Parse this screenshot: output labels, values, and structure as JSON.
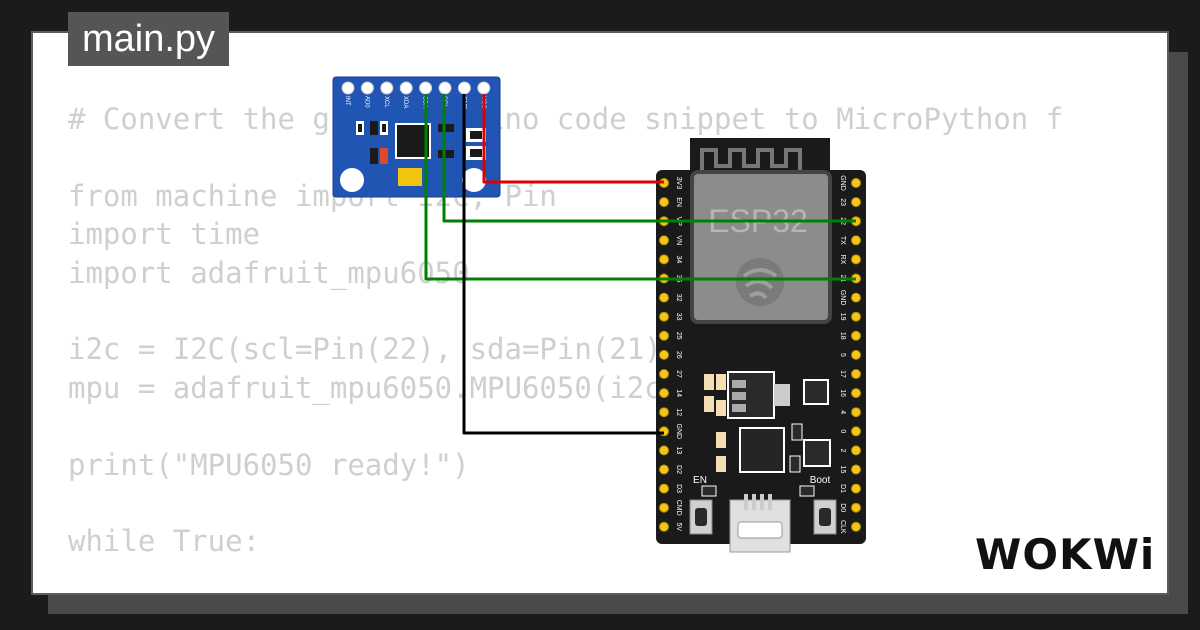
{
  "tab": {
    "filename": "main.py"
  },
  "code_lines": [
    "# Convert the given Arduino code snippet to MicroPython f",
    "",
    "from machine import I2C, Pin",
    "import time",
    "import adafruit_mpu6050",
    "",
    "i2c = I2C(scl=Pin(22), sda=Pin(21))",
    "mpu = adafruit_mpu6050.MPU6050(i2c)",
    "",
    "print(\"MPU6050 ready!\")",
    "",
    "while True:"
  ],
  "mpu_pins": [
    "INT",
    "AD0",
    "XCL",
    "XDA",
    "SDA",
    "SCL",
    "GND",
    "VCC"
  ],
  "esp32": {
    "label": "ESP32",
    "left_pins": [
      "3V3",
      "EN",
      "VP",
      "VN",
      "34",
      "35",
      "32",
      "33",
      "25",
      "26",
      "27",
      "14",
      "12",
      "GND",
      "13",
      "D2",
      "D3",
      "CMD",
      "5V"
    ],
    "right_pins": [
      "GND",
      "23",
      "22",
      "TX",
      "RX",
      "21",
      "GND",
      "19",
      "18",
      "5",
      "17",
      "16",
      "4",
      "0",
      "2",
      "15",
      "D1",
      "D0",
      "CLK"
    ],
    "en_label": "EN",
    "boot_label": "Boot"
  },
  "brand": "WOKWi",
  "colors": {
    "wire_vcc": "#e00000",
    "wire_scl": "#008000",
    "wire_sda": "#008000",
    "wire_gnd": "#000000",
    "mpu_board": "#2155b4",
    "esp_board": "#1a1a1a"
  }
}
